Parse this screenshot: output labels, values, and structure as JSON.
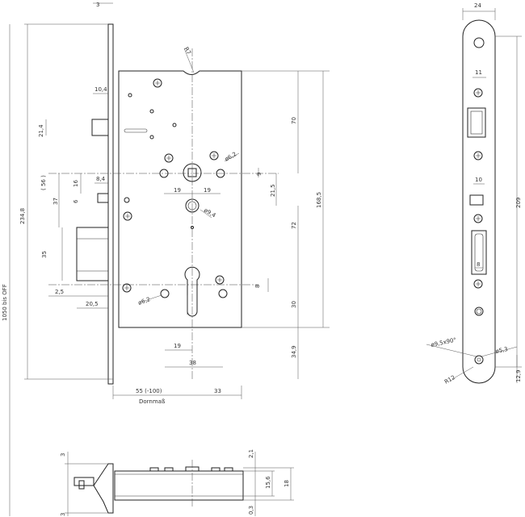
{
  "front_view": {
    "dims": {
      "d_3": "3",
      "d_10_4": "10,4",
      "d_21_4": "21,4",
      "d_234_8": "234,8",
      "d_56": "( 56 )",
      "d_8_4": "8,4",
      "d_16": "16",
      "d_37": "37",
      "d_6": "6",
      "d_35": "35",
      "d_2_5": "2,5",
      "d_20_5": "20,5",
      "d_19a": "19",
      "d_19b": "19",
      "d_19c": "19",
      "d_38": "38",
      "d_55": "55 (-100)",
      "d_33": "33",
      "dornmass": "Dornmaß",
      "d_70": "70",
      "d_168_5": "168,5",
      "d_21_5": "21,5",
      "d_72": "72",
      "d_30": "30",
      "d_34_9": "34,9",
      "d_9": "9",
      "d_8": "8",
      "r7": "R7",
      "phi6_2_top": "ø6,2",
      "phi6_2_bot": "ø6,2",
      "phi9_4": "ø9,4",
      "side_1050": "1050 bis OFF"
    }
  },
  "faceplate_view": {
    "dims": {
      "d_24": "24",
      "d_11": "11",
      "d_10": "10",
      "d_8": "8",
      "d_209": "209",
      "d_12_9": "12,9",
      "phi9_5": "ø9,5x90°",
      "phi5_3": "ø5,3",
      "r12": "R12"
    }
  },
  "bottom_view": {
    "dims": {
      "d_3a": "3",
      "d_3b": "3",
      "d_2_1": "2,1",
      "d_15_6": "15,6",
      "d_18": "18",
      "d_0_3": "0,3"
    }
  }
}
